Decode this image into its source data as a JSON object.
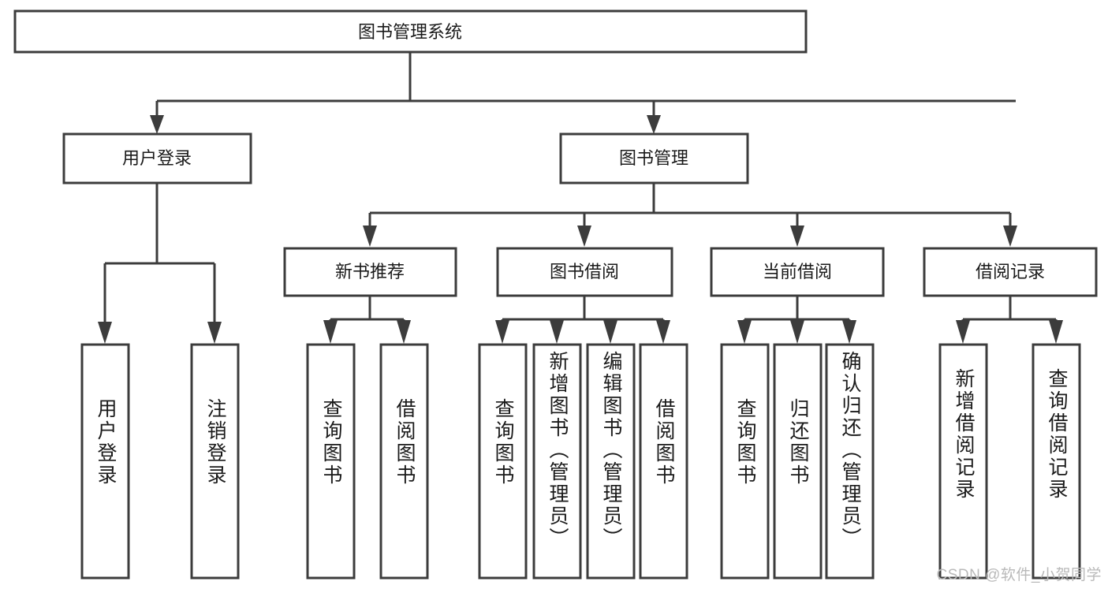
{
  "diagram": {
    "title": "图书管理系统",
    "type": "tree-hierarchy",
    "watermark": "CSDN @软件_小贺同学",
    "colors": {
      "stroke": "#3c3c3c",
      "fill": "#ffffff",
      "text": "#1a1a1a",
      "watermark": "#b9b9b9",
      "background": "#ffffff"
    },
    "root": {
      "label": "图书管理系统"
    },
    "level2": [
      {
        "label": "用户登录"
      },
      {
        "label": "图书管理"
      }
    ],
    "level3": [
      {
        "label": "新书推荐"
      },
      {
        "label": "图书借阅"
      },
      {
        "label": "当前借阅"
      },
      {
        "label": "借阅记录"
      }
    ],
    "leaves": {
      "user_login": [
        {
          "label": "用户登录"
        },
        {
          "label": "注销登录"
        }
      ],
      "new_book_recommend": [
        {
          "label": "查询图书"
        },
        {
          "label": "借阅图书"
        }
      ],
      "book_borrow": [
        {
          "label": "查询图书"
        },
        {
          "label": "新增图书（管理员）"
        },
        {
          "label": "编辑图书（管理员）"
        },
        {
          "label": "借阅图书"
        }
      ],
      "current_borrow": [
        {
          "label": "查询图书"
        },
        {
          "label": "归还图书"
        },
        {
          "label": "确认归还（管理员）"
        }
      ],
      "borrow_record": [
        {
          "label": "新增借阅记录"
        },
        {
          "label": "查询借阅记录"
        }
      ]
    }
  }
}
